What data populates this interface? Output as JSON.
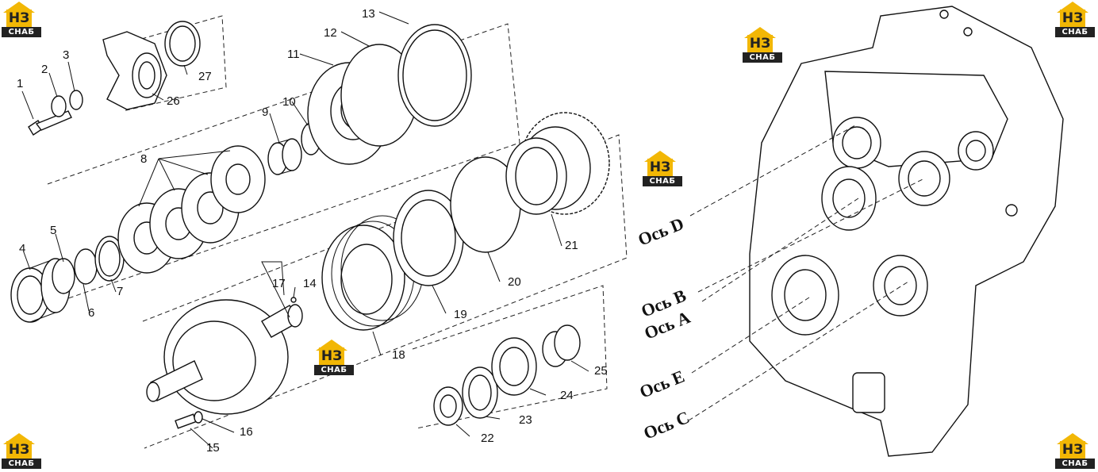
{
  "brand": {
    "logo_top": "НЗ",
    "logo_bottom": "СНАБ",
    "color": "#f2b705"
  },
  "callouts": [
    "1",
    "2",
    "3",
    "4",
    "5",
    "6",
    "7",
    "8",
    "9",
    "10",
    "11",
    "12",
    "13",
    "14",
    "15",
    "16",
    "17",
    "18",
    "19",
    "20",
    "21",
    "22",
    "23",
    "24",
    "25",
    "26",
    "27"
  ],
  "axes": [
    "Ось D",
    "Ось B",
    "Ось A",
    "Ось E",
    "Ось C"
  ]
}
